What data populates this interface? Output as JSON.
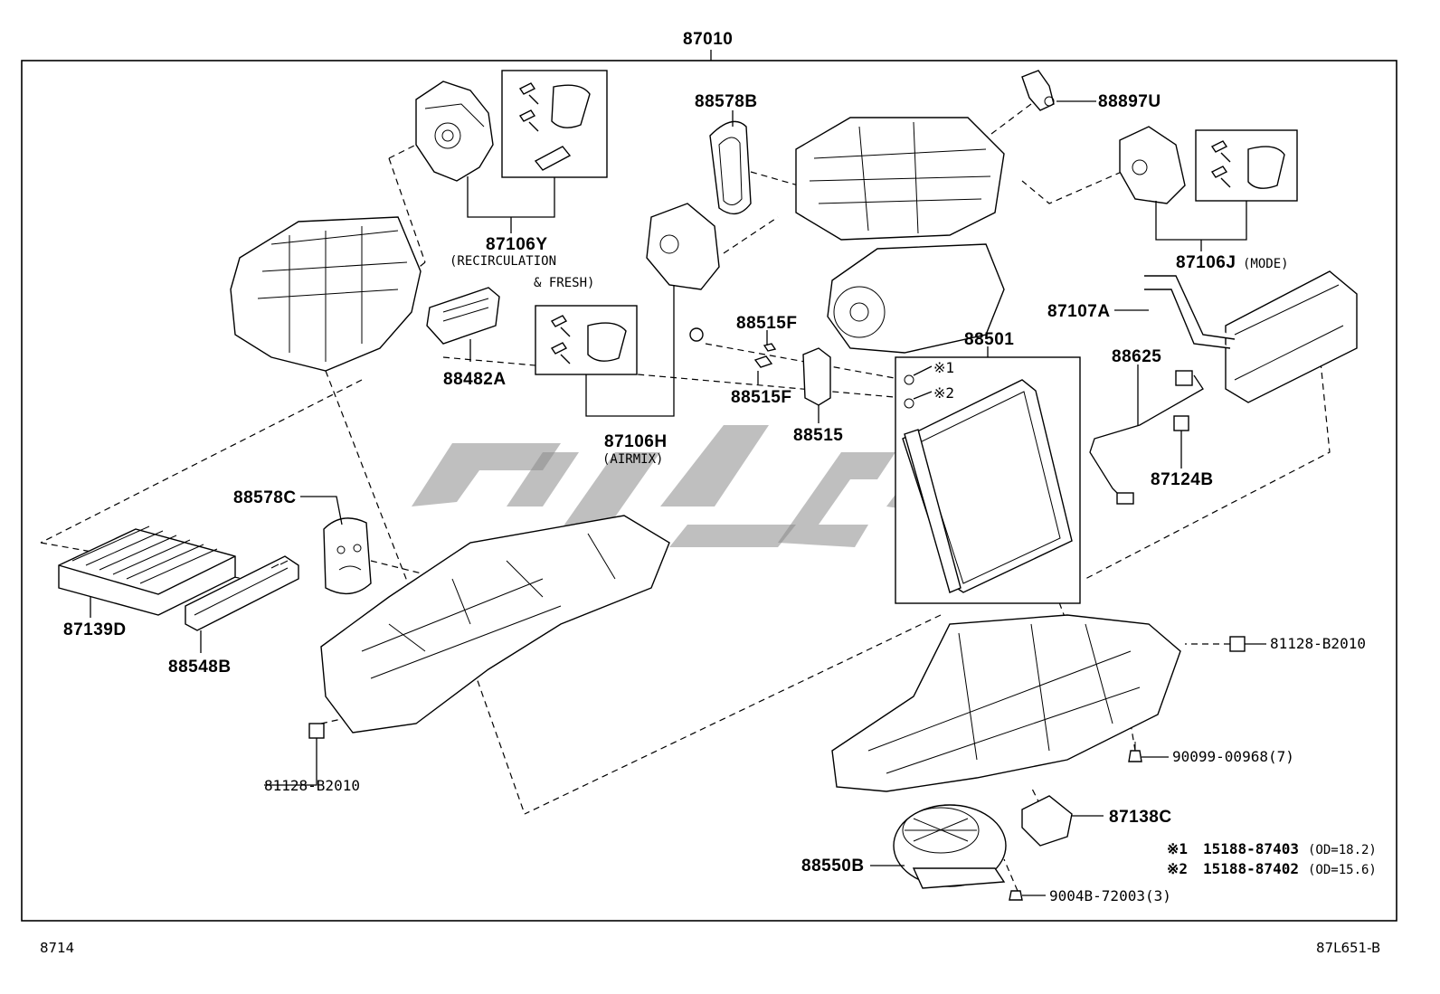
{
  "diagram": {
    "assembly_label": "87010",
    "parts": [
      {
        "id": "p87106Y",
        "label": "87106Y",
        "note_1": "(RECIRCULATION",
        "note_2": "& FRESH)"
      },
      {
        "id": "p88578B",
        "label": "88578B"
      },
      {
        "id": "p88897U",
        "label": "88897U"
      },
      {
        "id": "p87106J",
        "label": "87106J",
        "note_1": "(MODE)"
      },
      {
        "id": "p87107A",
        "label": "87107A"
      },
      {
        "id": "p88482A",
        "label": "88482A"
      },
      {
        "id": "p88515F_a",
        "label": "88515F"
      },
      {
        "id": "p88515F_b",
        "label": "88515F"
      },
      {
        "id": "p88515",
        "label": "88515"
      },
      {
        "id": "p88501",
        "label": "88501"
      },
      {
        "id": "p88625",
        "label": "88625"
      },
      {
        "id": "p87106H",
        "label": "87106H",
        "note_1": "(AIRMIX)"
      },
      {
        "id": "p87124B",
        "label": "87124B"
      },
      {
        "id": "p88578C",
        "label": "88578C"
      },
      {
        "id": "p87139D",
        "label": "87139D"
      },
      {
        "id": "p88548B",
        "label": "88548B"
      },
      {
        "id": "p81128_left",
        "label": "81128-B2010"
      },
      {
        "id": "p81128_right",
        "label": "81128-B2010"
      },
      {
        "id": "p90099",
        "label": "90099-00968(7)"
      },
      {
        "id": "p87138C",
        "label": "87138C"
      },
      {
        "id": "p88550B",
        "label": "88550B"
      },
      {
        "id": "p9004B",
        "label": "9004B-72003(3)"
      }
    ],
    "markers": [
      "※1",
      "※2"
    ],
    "notes": [
      {
        "mark": "※1",
        "part_no": "15188-87403",
        "spec": "(OD=18.2)"
      },
      {
        "mark": "※2",
        "part_no": "15188-87402",
        "spec": "(OD=15.6)"
      }
    ]
  },
  "footer": {
    "left_code": "8714",
    "right_code": "87L651-B"
  }
}
